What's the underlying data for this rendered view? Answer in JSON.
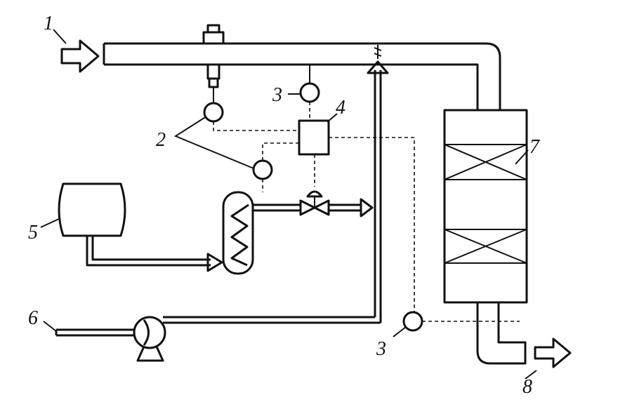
{
  "labels": {
    "inlet": "1",
    "analyzer": "2",
    "sensor_top": "3",
    "sensor_bottom": "3",
    "controller": "4",
    "tank": "5",
    "supply": "6",
    "reactor": "7",
    "outlet": "8"
  }
}
